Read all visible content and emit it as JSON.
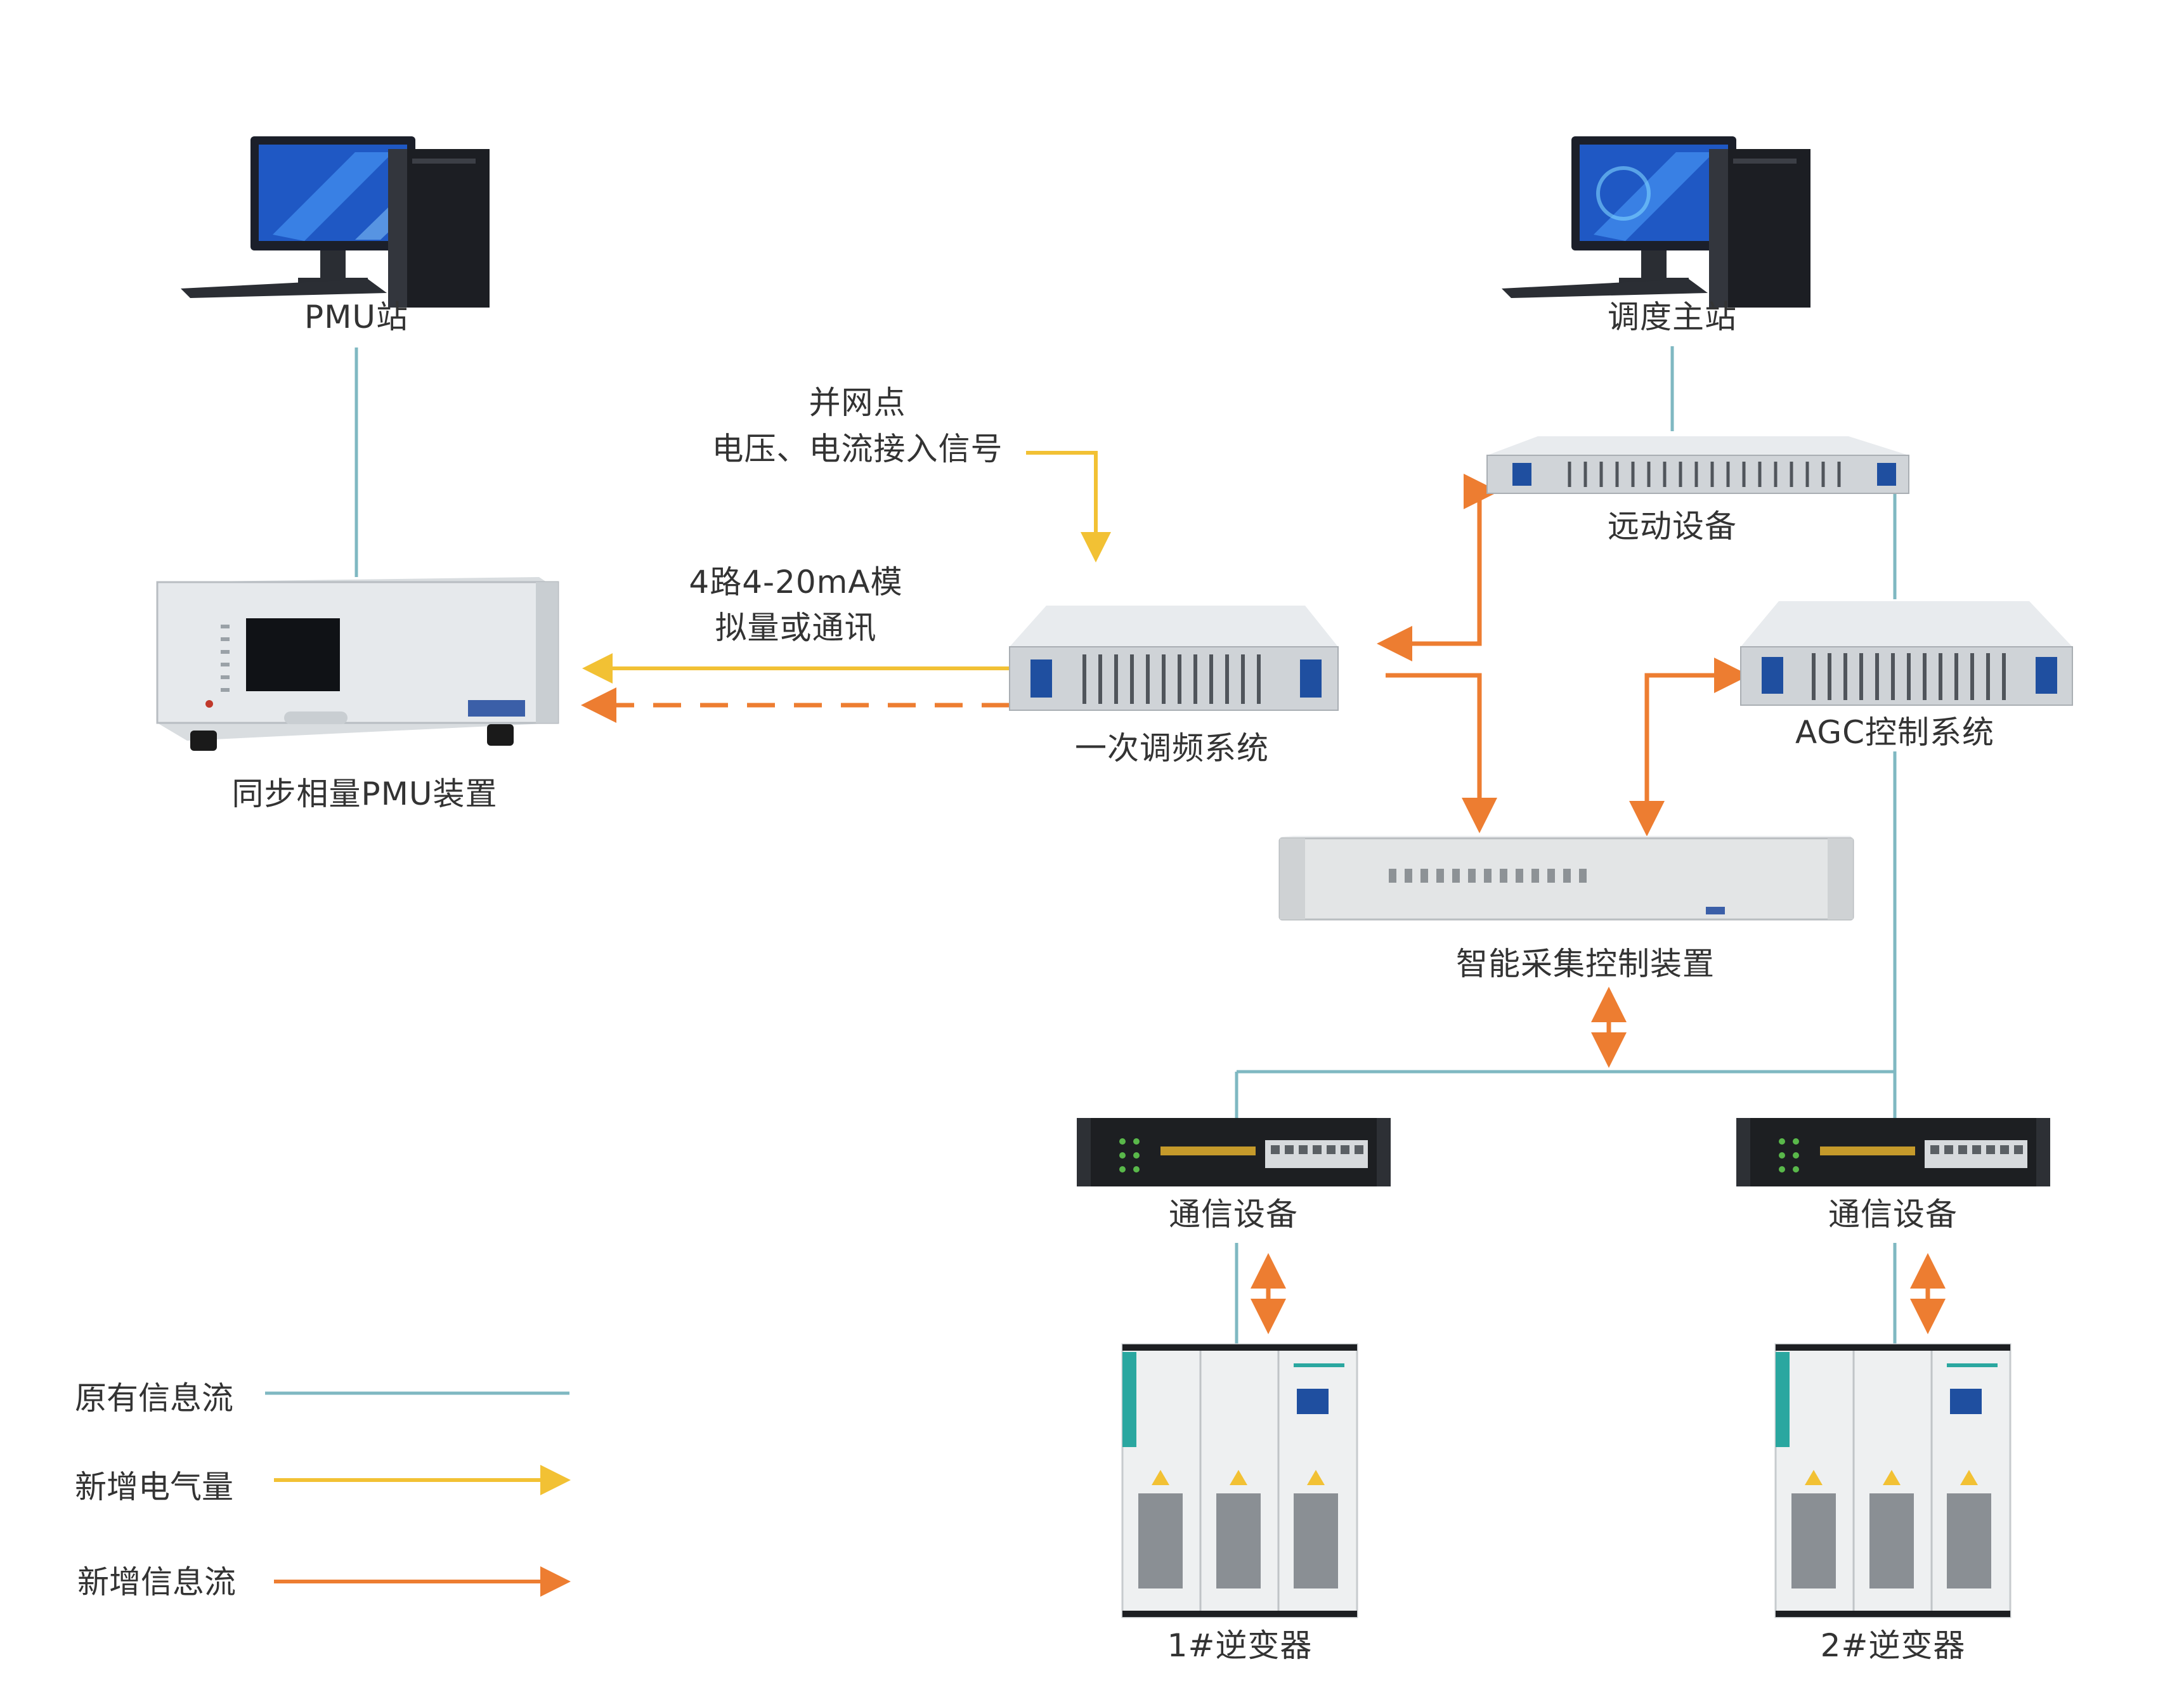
{
  "nodes": {
    "pmu_station": "PMU站",
    "dispatch_master": "调度主站",
    "telecontrol": "远动设备",
    "pmu_device": "同步相量PMU装置",
    "primary_freq": "一次调频系统",
    "agc": "AGC控制系统",
    "smart_collector": "智能采集控制装置",
    "comm1": "通信设备",
    "comm2": "通信设备",
    "inverter1": "1#逆变器",
    "inverter2": "2#逆变器"
  },
  "annotations": {
    "grid_point_line1": "并网点",
    "grid_point_line2": "电压、电流接入信号",
    "analog_line1": "4路4-20mA模",
    "analog_line2": "拟量或通讯"
  },
  "legend": {
    "original": "原有信息流",
    "new_electrical": "新增电气量",
    "new_info": "新增信息流"
  },
  "colors": {
    "original_flow": "#7fb8c2",
    "new_electrical": "#f2c134",
    "new_info": "#ed7d31"
  }
}
